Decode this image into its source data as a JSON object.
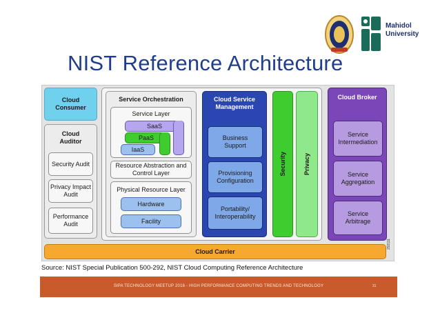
{
  "slide": {
    "title": "NIST Reference Architecture",
    "university_name_line1": "Mahidol",
    "university_name_line2": "University",
    "source": "Source: NIST Special Publication 500-292, NIST Cloud Computing Reference Architecture",
    "footer": "SIPA TECHNOLOGY MEETUP 2016 - HIGH PERFORMANCE COMPUTING TRENDS AND TECHNOLOGY",
    "page_number": "31"
  },
  "diagram": {
    "cloud_consumer": "Cloud Consumer",
    "cloud_auditor": "Cloud Auditor",
    "auditor_items": [
      "Security Audit",
      "Privacy Impact Audit",
      "Performance Audit"
    ],
    "service_orchestration": "Service Orchestration",
    "service_layer": "Service Layer",
    "saas": "SaaS",
    "paas": "PaaS",
    "iaas": "IaaS",
    "resource_abstraction": "Resource Abstraction and Control Layer",
    "physical_resource_layer": "Physical Resource Layer",
    "hardware": "Hardware",
    "facility": "Facility",
    "csm": "Cloud Service Management",
    "csm_items": [
      "Business Support",
      "Provisioning Configuration",
      "Portability/ Interoperability"
    ],
    "security": "Security",
    "privacy": "Privacy",
    "cloud_broker": "Cloud Broker",
    "broker_items": [
      "Service Intermediation",
      "Service Aggregation",
      "Service Arbitrage"
    ],
    "cloud_carrier": "Cloud Carrier",
    "figure_id": "292111",
    "colors": {
      "consumer": "#6fd1ee",
      "csm": "#2a46b0",
      "csm_item": "#7fa8e8",
      "security": "#3fcc2f",
      "privacy": "#8fe88a",
      "broker": "#7b47b8",
      "broker_item": "#b79be0",
      "carrier": "#f6a92e",
      "blue_item": "#9cc1ee",
      "saas": "#b6a6f0",
      "paas": "#3fcc2f",
      "title": "#1f3d8c",
      "footer": "#c95a2c"
    }
  }
}
